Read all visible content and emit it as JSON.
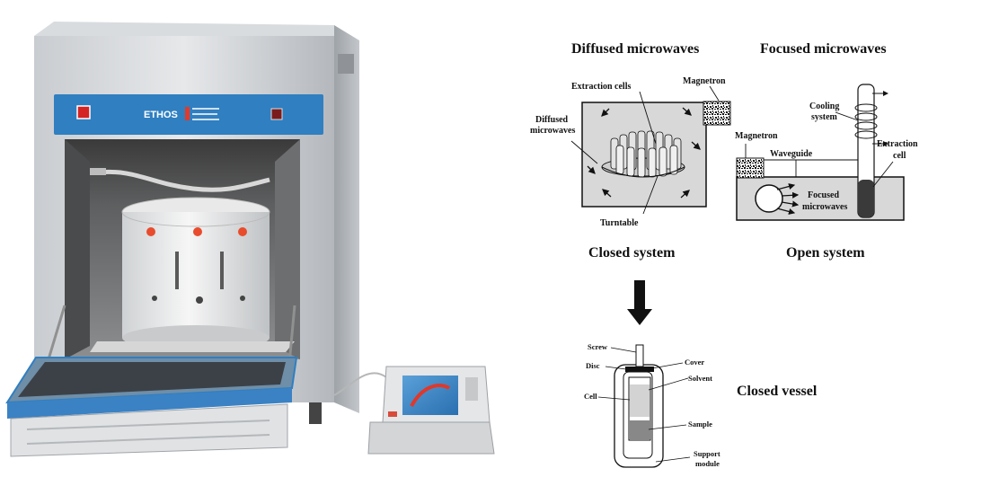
{
  "instrument": {
    "brand": "ETHOS",
    "panel_color": "#2f7fc1"
  },
  "diagram": {
    "diffused_title": "Diffused microwaves",
    "focused_title": "Focused microwaves",
    "closed_system": "Closed system",
    "open_system": "Open system",
    "closed_vessel": "Closed vessel",
    "labels": {
      "extraction_cells": "Extraction cells",
      "magnetron_left": "Magnetron",
      "diffused_microwaves_1": "Diffused",
      "diffused_microwaves_2": "microwaves",
      "turntable": "Turntable",
      "cooling_1": "Cooling",
      "cooling_2": "system",
      "magnetron_right": "Magnetron",
      "waveguide": "Waveguide",
      "extraction_cell_1": "Extraction",
      "extraction_cell_2": "cell",
      "focused_mw_1": "Focused",
      "focused_mw_2": "microwaves",
      "screw": "Screw",
      "disc": "Disc",
      "cover": "Cover",
      "solvent": "Solvent",
      "cell": "Cell",
      "sample": "Sample",
      "support_1": "Support",
      "support_2": "module"
    }
  }
}
